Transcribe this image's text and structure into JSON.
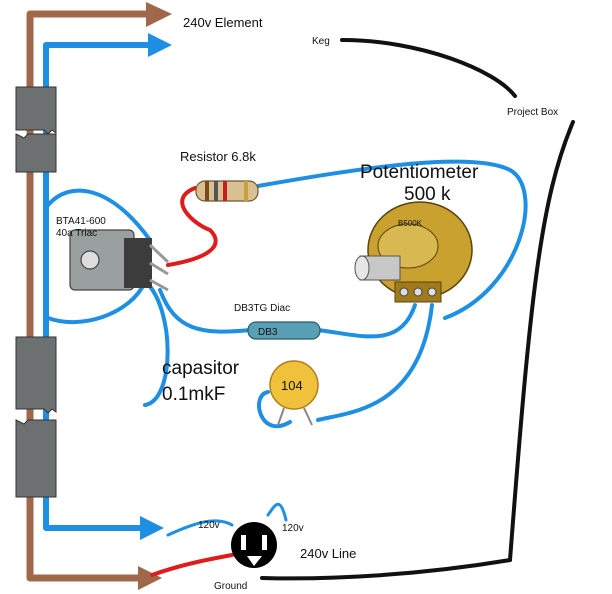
{
  "labels": {
    "element": "240v Element",
    "keg": "Keg",
    "project_box": "Project Box",
    "resistor": "Resistor 6.8k",
    "potentiometer_line1": "Potentiometer",
    "potentiometer_line2": "500 k",
    "triac_line1": "BTA41-600",
    "triac_line2": "40a Triac",
    "diac": "DB3TG Diac",
    "capacitor_line1": "capasitor",
    "capacitor_line2": "0.1mkF",
    "line_240v": "240v Line",
    "hot_left": "120v",
    "hot_right": "120v",
    "ground": "Ground"
  },
  "component_markings": {
    "pot_body": "B500K",
    "capacitor_code": "104",
    "diac_code": "DB3"
  },
  "colors": {
    "blue_wire": "#1e8fe3",
    "brown_wire": "#a0684a",
    "red_wire": "#e01b1b",
    "black_wire": "#111111",
    "capacitor": "#f0c23c",
    "pot_body": "#c9a12e"
  }
}
